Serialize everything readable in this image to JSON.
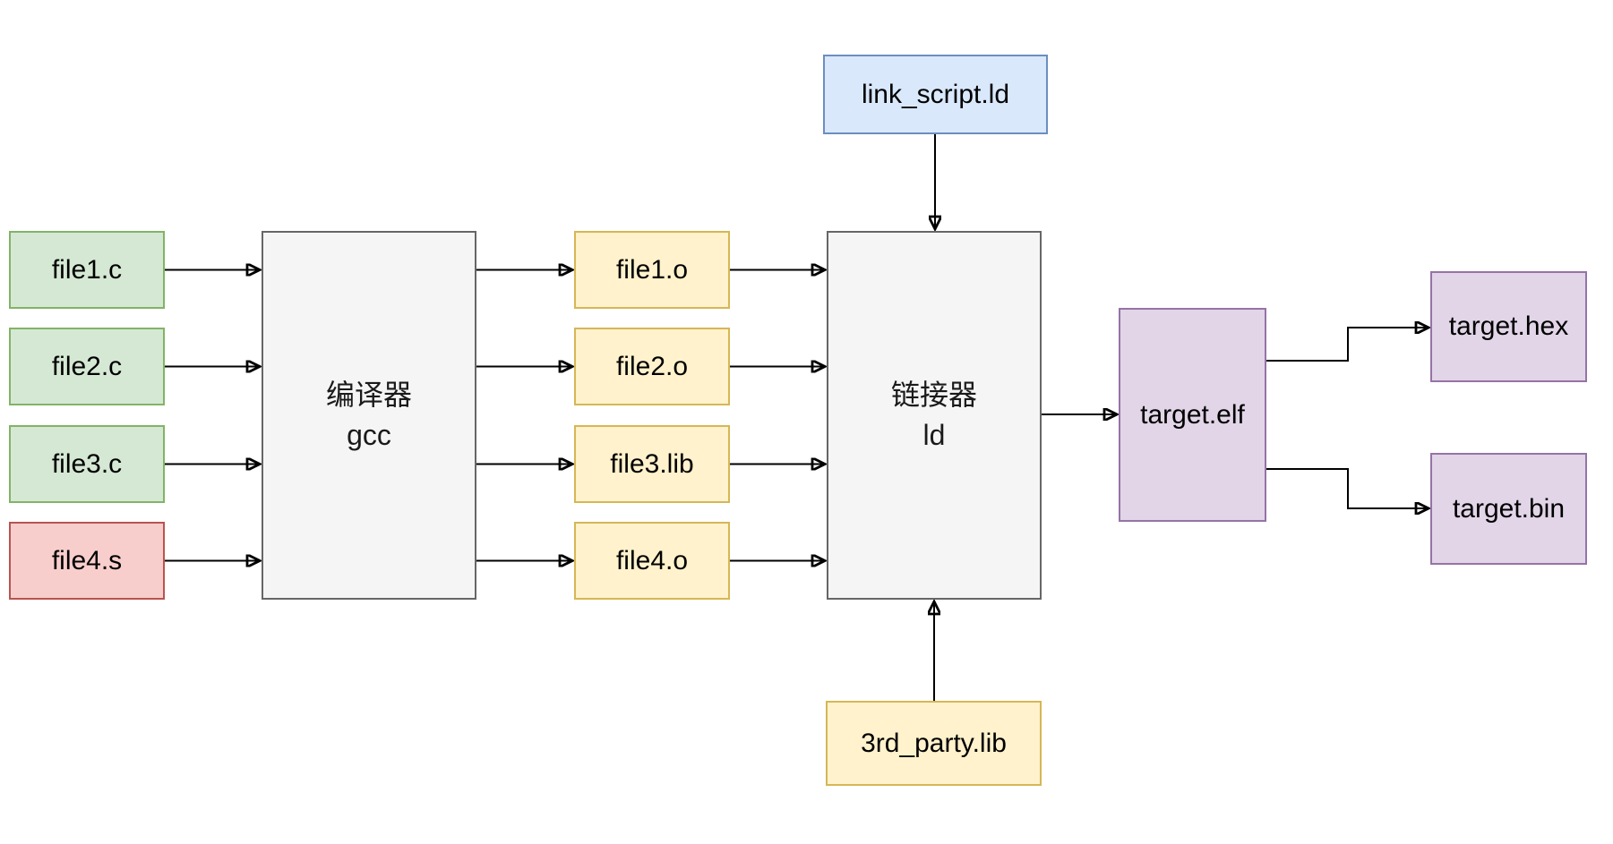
{
  "diagram": {
    "kind": "toolchain-flow",
    "palette": {
      "source_c_fill": "#d5e8d4",
      "source_c_stroke": "#82b366",
      "source_asm_fill": "#f8cecc",
      "source_asm_stroke": "#b85450",
      "object_fill": "#fff2cc",
      "object_stroke": "#d6b656",
      "script_fill": "#dae8fc",
      "script_stroke": "#6c8ebf",
      "output_fill": "#e1d5e7",
      "output_stroke": "#9673a6",
      "process_fill": "#f5f5f5",
      "process_stroke": "#666666",
      "arrow": "#000000",
      "background": "#ffffff"
    },
    "nodes": {
      "sources": [
        {
          "label": "file1.c"
        },
        {
          "label": "file2.c"
        },
        {
          "label": "file3.c"
        },
        {
          "label": "file4.s"
        }
      ],
      "compiler": {
        "line1": "编译器",
        "line2": "gcc"
      },
      "objects": [
        {
          "label": "file1.o"
        },
        {
          "label": "file2.o"
        },
        {
          "label": "file3.lib"
        },
        {
          "label": "file4.o"
        }
      ],
      "linker": {
        "line1": "链接器",
        "line2": "ld"
      },
      "link_script": {
        "label": "link_script.ld"
      },
      "third_party_lib": {
        "label": "3rd_party.lib"
      },
      "elf": {
        "label": "target.elf"
      },
      "hex": {
        "label": "target.hex"
      },
      "bin": {
        "label": "target.bin"
      }
    },
    "edges": [
      {
        "from": "file1.c",
        "to": "编译器 gcc"
      },
      {
        "from": "file2.c",
        "to": "编译器 gcc"
      },
      {
        "from": "file3.c",
        "to": "编译器 gcc"
      },
      {
        "from": "file4.s",
        "to": "编译器 gcc"
      },
      {
        "from": "编译器 gcc",
        "to": "file1.o"
      },
      {
        "from": "编译器 gcc",
        "to": "file2.o"
      },
      {
        "from": "编译器 gcc",
        "to": "file3.lib"
      },
      {
        "from": "编译器 gcc",
        "to": "file4.o"
      },
      {
        "from": "file1.o",
        "to": "链接器 ld"
      },
      {
        "from": "file2.o",
        "to": "链接器 ld"
      },
      {
        "from": "file3.lib",
        "to": "链接器 ld"
      },
      {
        "from": "file4.o",
        "to": "链接器 ld"
      },
      {
        "from": "link_script.ld",
        "to": "链接器 ld"
      },
      {
        "from": "3rd_party.lib",
        "to": "链接器 ld"
      },
      {
        "from": "链接器 ld",
        "to": "target.elf"
      },
      {
        "from": "target.elf",
        "to": "target.hex"
      },
      {
        "from": "target.elf",
        "to": "target.bin"
      }
    ]
  }
}
